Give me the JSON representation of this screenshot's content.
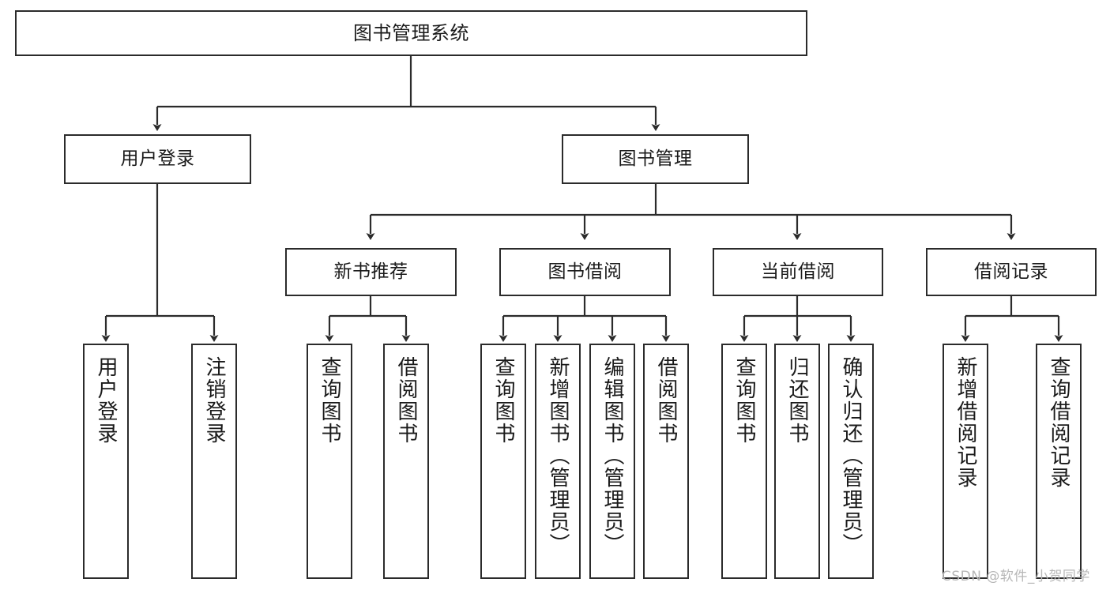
{
  "diagram": {
    "title": "图书管理系统",
    "type": "tree-hierarchy-diagram",
    "watermark": "CSDN @软件_小贺同学",
    "colors": {
      "node_border": "#2b2b2b",
      "node_fill": "#ffffff",
      "edge": "#2b2b2b",
      "background": "#ffffff",
      "watermark": "#b7b7b7"
    },
    "nodes": {
      "root": {
        "id": "root",
        "label": "图书管理系统"
      },
      "level2": [
        {
          "id": "user-login",
          "label": "用户登录"
        },
        {
          "id": "book-manage",
          "label": "图书管理"
        }
      ],
      "level3": [
        {
          "id": "new-book-recommend",
          "label": "新书推荐"
        },
        {
          "id": "book-borrow",
          "label": "图书借阅"
        },
        {
          "id": "current-borrow",
          "label": "当前借阅"
        },
        {
          "id": "borrow-record",
          "label": "借阅记录"
        }
      ],
      "leaves": {
        "user_login": [
          {
            "id": "leaf-user-login",
            "label": "用户登录"
          },
          {
            "id": "leaf-logout-login",
            "label": "注销登录"
          }
        ],
        "new_book_recommend": [
          {
            "id": "leaf-query-book-1",
            "label": "查询图书"
          },
          {
            "id": "leaf-borrow-book-1",
            "label": "借阅图书"
          }
        ],
        "book_borrow": [
          {
            "id": "leaf-query-book-2",
            "label": "查询图书"
          },
          {
            "id": "leaf-add-book",
            "label": "新增图书（管理员）"
          },
          {
            "id": "leaf-edit-book",
            "label": "编辑图书（管理员）"
          },
          {
            "id": "leaf-borrow-book-2",
            "label": "借阅图书"
          }
        ],
        "current_borrow": [
          {
            "id": "leaf-query-book-3",
            "label": "查询图书"
          },
          {
            "id": "leaf-return-book",
            "label": "归还图书"
          },
          {
            "id": "leaf-confirm-return",
            "label": "确认归还（管理员）"
          }
        ],
        "borrow_record": [
          {
            "id": "leaf-add-record",
            "label": "新增借阅记录"
          },
          {
            "id": "leaf-query-record",
            "label": "查询借阅记录"
          }
        ]
      }
    }
  }
}
